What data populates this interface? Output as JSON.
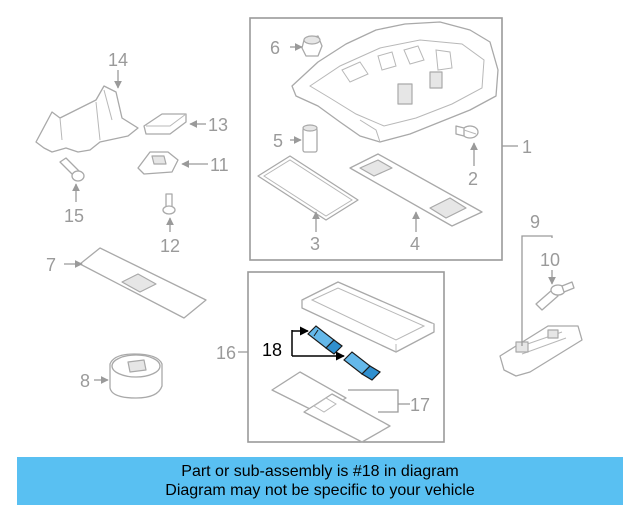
{
  "banner": {
    "line1": "Part or sub-assembly is #18 in diagram",
    "line2": "Diagram may not be specific to your vehicle"
  },
  "callouts": {
    "c1": "1",
    "c2": "2",
    "c3": "3",
    "c4": "4",
    "c5": "5",
    "c6": "6",
    "c7": "7",
    "c8": "8",
    "c9": "9",
    "c10": "10",
    "c11": "11",
    "c12": "12",
    "c13": "13",
    "c14": "14",
    "c15": "15",
    "c16": "16",
    "c17": "17",
    "c18": "18"
  },
  "colors": {
    "banner": "#59c0f2",
    "highlight_part": "#64b8ea",
    "line_art": "#a9a9a9"
  }
}
